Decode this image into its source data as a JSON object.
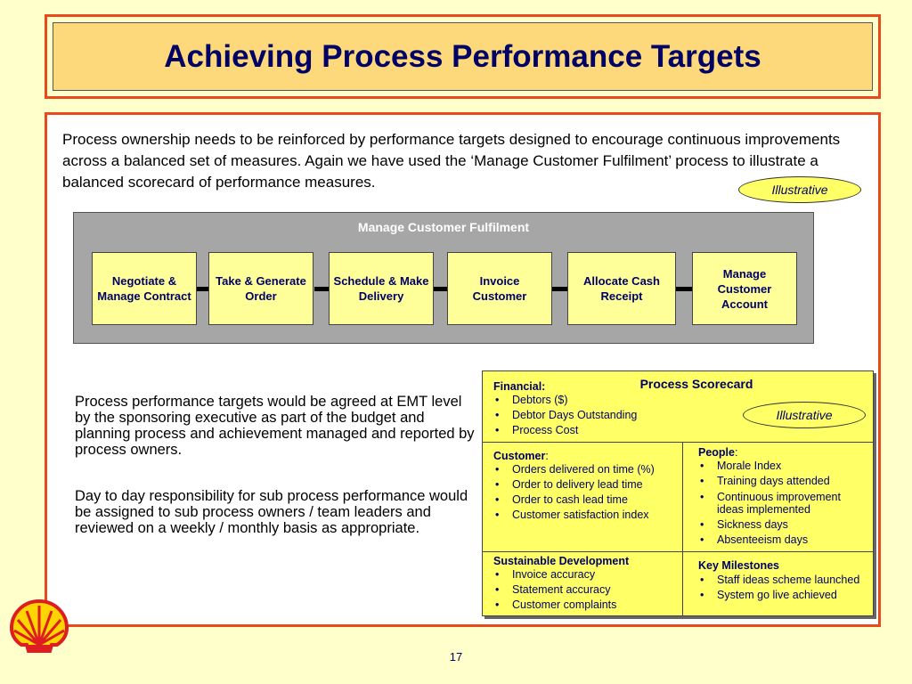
{
  "title": "Achieving Process Performance Targets",
  "intro": "Process ownership needs to be reinforced by performance targets designed to encourage continuous improvements across a balanced set of measures. Again we have used the ‘Manage Customer Fulfilment’ process to illustrate a balanced scorecard of performance measures.",
  "illustrative_label": "Illustrative",
  "process": {
    "title": "Manage Customer Fulfilment",
    "steps": [
      "Negotiate & Manage Contract",
      "Take & Generate Order",
      "Schedule & Make Delivery",
      "Invoice Customer",
      "Allocate Cash Receipt",
      "Manage Customer Account"
    ]
  },
  "paragraphs": [
    "Process performance targets would be agreed at EMT level by the sponsoring executive as part of the budget and planning process and achievement managed and reported by process owners.",
    "Day to day responsibility for sub process performance would be assigned to sub process owners / team leaders and reviewed on a weekly / monthly basis as appropriate."
  ],
  "scorecard": {
    "title": "Process Scorecard",
    "illustrative_label": "Illustrative",
    "financial": {
      "heading": "Financial:",
      "items": [
        "Debtors ($)",
        "Debtor Days Outstanding",
        "Process Cost"
      ]
    },
    "customer": {
      "heading": "Customer",
      "heading_suffix": ":",
      "items": [
        "Orders delivered on time (%)",
        "Order to delivery lead time",
        "Order to cash lead time",
        "Customer satisfaction index"
      ]
    },
    "people": {
      "heading": "People",
      "heading_suffix": ":",
      "items": [
        "Morale Index",
        "Training days attended",
        "Continuous improvement ideas implemented",
        "Sickness days",
        "Absenteeism days"
      ]
    },
    "sustainable": {
      "heading": "Sustainable Development",
      "items": [
        "Invoice accuracy",
        "Statement accuracy",
        "Customer complaints"
      ]
    },
    "milestones": {
      "heading": "Key Milestones",
      "items": [
        "Staff ideas scheme launched",
        "System go live achieved"
      ]
    }
  },
  "page_number": "17",
  "colors": {
    "background": "#ffffcc",
    "border_accent": "#e84a1e",
    "title_fill": "#fdd97c",
    "title_text": "#000066",
    "step_fill": "#ffff99",
    "scorecard_fill": "#ffff66",
    "process_band": "#a6a6a6"
  },
  "logo": "shell-pecten-logo"
}
